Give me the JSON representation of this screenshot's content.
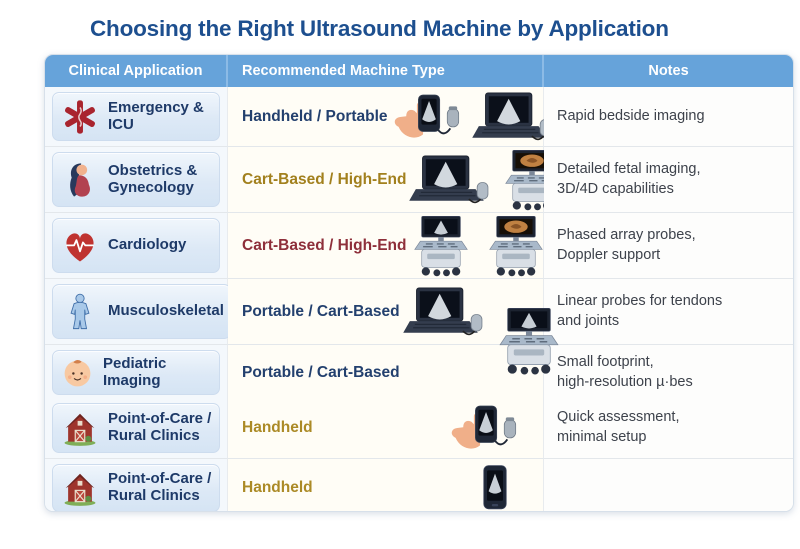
{
  "page": {
    "title": "Choosing the Right Ultrasound Machine by Application"
  },
  "colors": {
    "title": "#1d4f8f",
    "header_bg": "#66a3da",
    "header_text": "#ffffff",
    "navy_accent": "#23406e",
    "gold_accent": "#a2801d",
    "red_accent": "#8e2f3a",
    "app_cell_bg": "#dde9f6"
  },
  "table": {
    "headers": [
      "Clinical Application",
      "Recommended Machine Type",
      "Notes"
    ],
    "rows": [
      {
        "application": "Emergency & ICU",
        "icon": "star-of-life",
        "machine_type": "Handheld / Portable",
        "machine_color": "#23406e",
        "machines": [
          "handheld-phone",
          "laptop"
        ],
        "notes": "Rapid bedside imaging"
      },
      {
        "application": "Obstetrics &\nGynecology",
        "icon": "pregnant-woman",
        "machine_type": "Cart-Based / High-End",
        "machine_color": "#a2801d",
        "machines": [
          "laptop",
          "cart-amber"
        ],
        "notes": "Detailed fetal imaging,\n3D/4D capabilities"
      },
      {
        "application": "Cardiology",
        "icon": "heart-ecg",
        "machine_type": "Cart-Based / High-End",
        "machine_color": "#8e2f3a",
        "machines": [
          "cart",
          "cart-amber"
        ],
        "notes": "Phased array probes,\nDoppler support"
      },
      {
        "application": "Musculoskeletal",
        "icon": "human-body",
        "machine_type": "Portable / Cart-Based",
        "machine_color": "#23406e",
        "machines": [
          "laptop",
          "cart"
        ],
        "notes": "Linear probes for tendons\nand joints"
      },
      {
        "application": "Pediatric Imaging",
        "icon": "baby-face",
        "machine_type": "Portable / Cart-Based",
        "machine_color": "#23406e",
        "machines": [],
        "notes": "Small footprint,\nhigh-resolution µ·bes"
      },
      {
        "application": "Point-of-Care /\nRural Clinics",
        "icon": "barn",
        "machine_type": "Handheld",
        "machine_color": "#ab8a26",
        "machines": [
          "handheld-phone"
        ],
        "notes": "Quick assessment,\nminimal setup"
      },
      {
        "application": "Point-of-Care /\nRural Clinics",
        "icon": "barn",
        "machine_type": "Handheld",
        "machine_color": "#ab8a26",
        "machines": [
          "phone"
        ],
        "notes": ""
      }
    ]
  }
}
